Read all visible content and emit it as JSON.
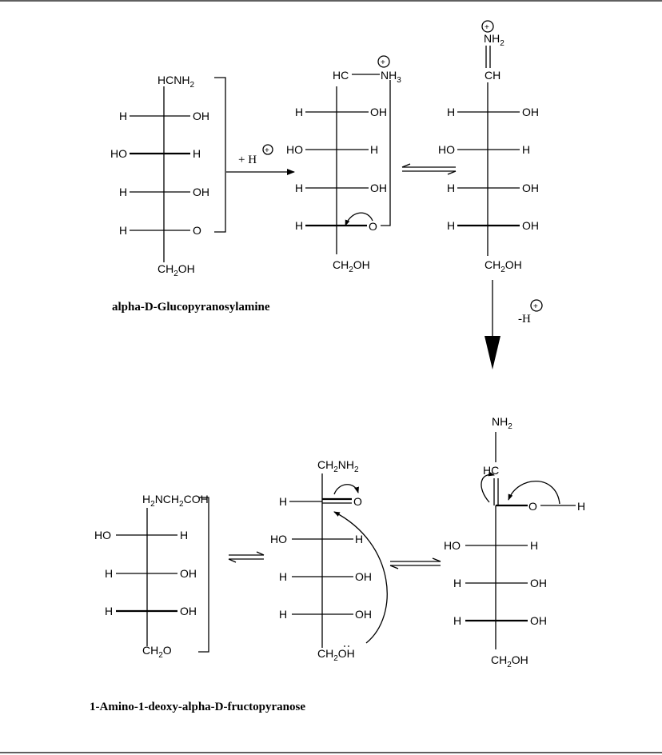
{
  "captions": {
    "glucosylamine": "alpha-D-Glucopyranosylamine",
    "fructopyranose": "1-Amino-1-deoxy-alpha-D-fructopyranose"
  },
  "reagents": {
    "add_proton": "+ H",
    "remove_proton": "-H"
  },
  "labels": {
    "H": "H",
    "OH": "OH",
    "HO": "HO",
    "O": "O",
    "HC": "HC",
    "CH": "CH",
    "NH": "NH",
    "N": "N",
    "HCNH": "HCNH",
    "CH_pre": "CH",
    "OH_post": "OH",
    "O_post": "O",
    "NH2_pre": "NH",
    "H2NCH2COH_a": "H",
    "H2NCH2COH_b": "NCH",
    "H2NCH2COH_c": "COH",
    "CH2OH_dots": "OH",
    "plus": "+",
    "two": "2",
    "three": "3"
  }
}
